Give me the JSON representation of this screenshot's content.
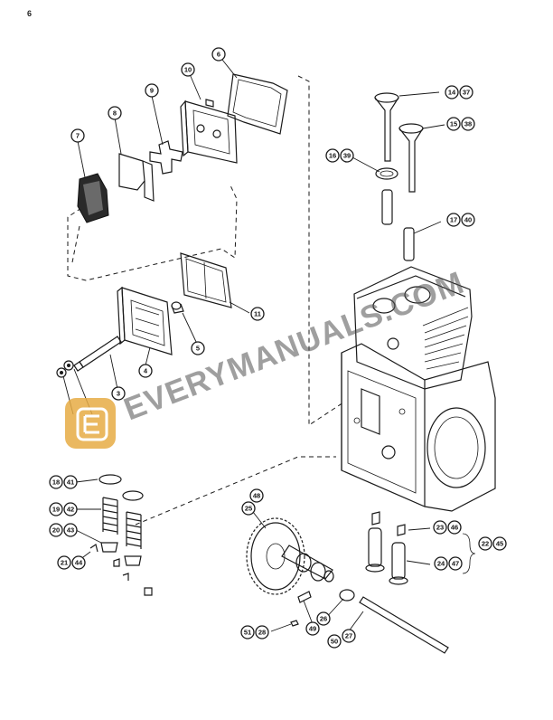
{
  "page_number": "6",
  "watermark": {
    "text": "EVERYMANUALS.COM",
    "logo_letter": "E",
    "logo_color": "#e0a53a"
  },
  "callouts": {
    "c3": "3",
    "c4": "4",
    "c5": "5",
    "c6": "6",
    "c7": "7",
    "c8": "8",
    "c9": "9",
    "c10": "10",
    "c11": "11",
    "c14": "14",
    "c37": "37",
    "c15": "15",
    "c38": "38",
    "c16": "16",
    "c39": "39",
    "c17": "17",
    "c40": "40",
    "c18": "18",
    "c41": "41",
    "c19": "19",
    "c42": "42",
    "c20": "20",
    "c43": "43",
    "c21": "21",
    "c44": "44",
    "c22": "22",
    "c45": "45",
    "c23": "23",
    "c46": "46",
    "c24": "24",
    "c47": "47",
    "c25": "25",
    "c48": "48",
    "c26": "26",
    "c49": "49",
    "c27": "27",
    "c50": "50",
    "c28": "28",
    "c51": "51"
  }
}
